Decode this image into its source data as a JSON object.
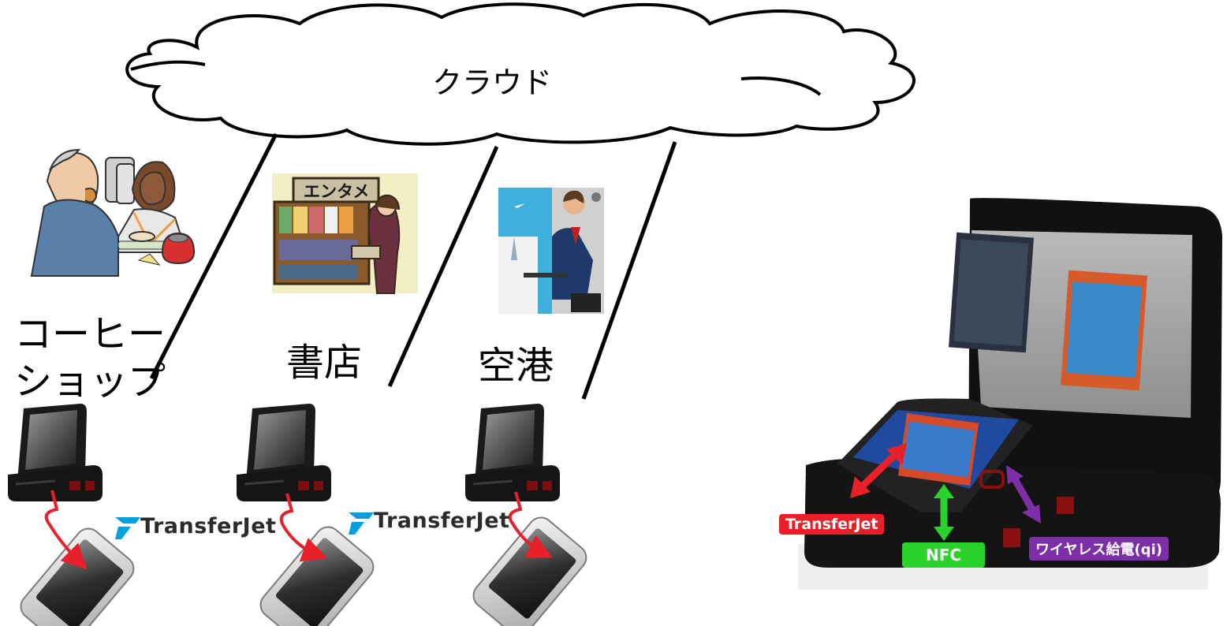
{
  "cloud": {
    "label": "クラウド"
  },
  "locations": [
    {
      "id": "coffee",
      "label_line1": "コーヒー",
      "label_line2": "ショップ",
      "image": "coffee-shop-illustration"
    },
    {
      "id": "bookstore",
      "label": "書店",
      "image": "bookstore-illustration",
      "sign_text": "エンタメ"
    },
    {
      "id": "airport",
      "label": "空港",
      "image": "airport-businessman-illustration"
    }
  ],
  "transferjet_logo": {
    "text": "TransferJet",
    "color": "#00a0e0"
  },
  "device_labels": {
    "transferjet": "TransferJet",
    "nfc": "NFC",
    "wireless": "ワイヤレス給電(qi)"
  },
  "colors": {
    "transferjet": "#e8202a",
    "nfc": "#2ad22a",
    "wireless": "#7c2fa6",
    "transfer_arrow": "#e8202a"
  }
}
